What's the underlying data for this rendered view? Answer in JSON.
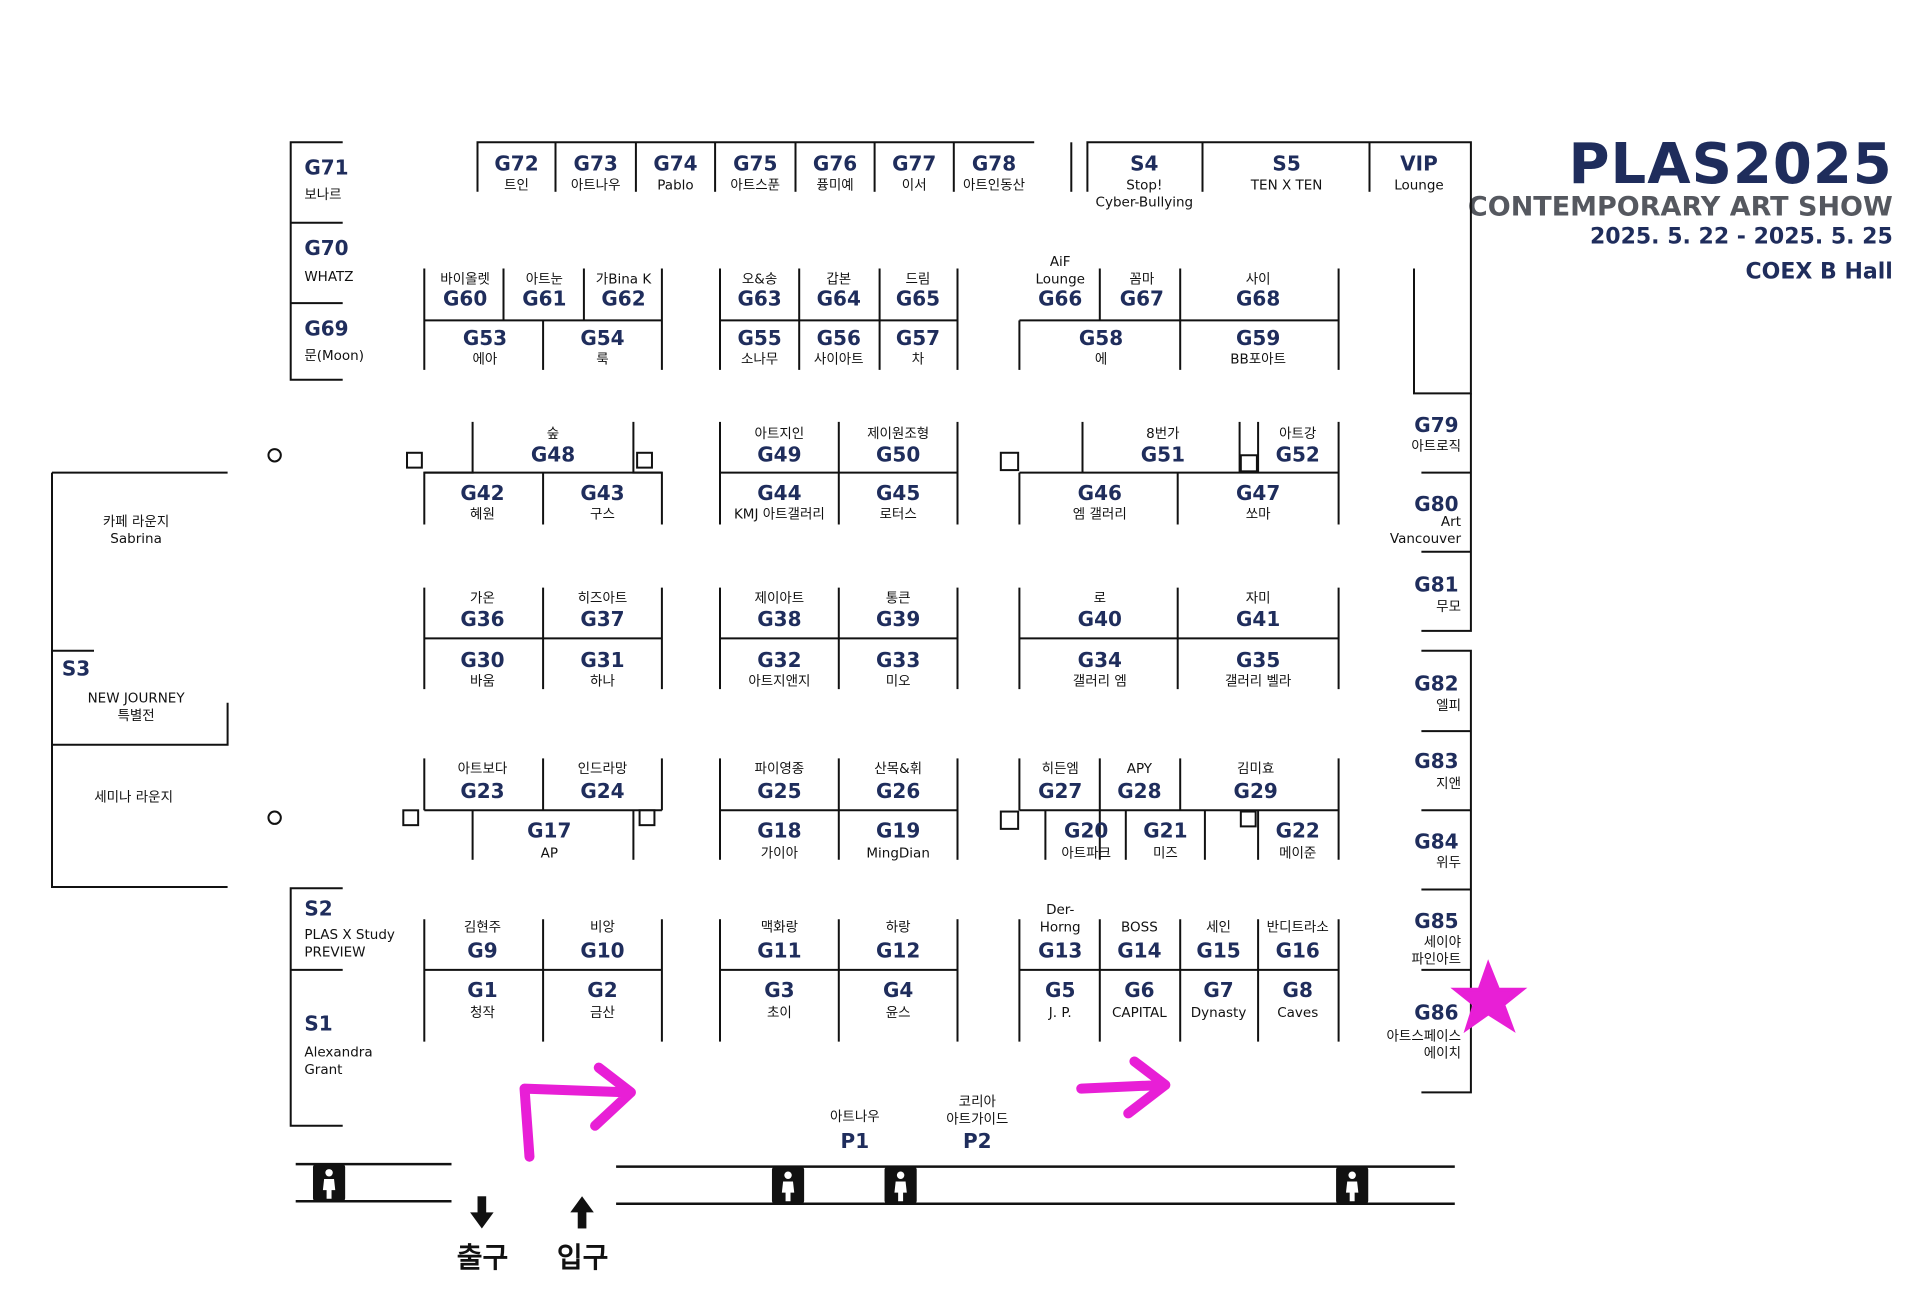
{
  "header": {
    "logo": "PLAS2025",
    "subtitle": "CONTEMPORARY ART SHOW",
    "dates": "2025. 5. 22 - 2025. 5. 25",
    "venue": "COEX B Hall"
  },
  "colors": {
    "navy": "#1f2d5c",
    "ink": "#111111",
    "marker": "#e81fd6",
    "subtitle": "#55585f"
  },
  "left_rooms": {
    "cafe_lounge": [
      "카페 라운지",
      "Sabrina"
    ],
    "s3": {
      "code": "S3",
      "lines": [
        "NEW JOURNEY",
        "특별전"
      ]
    },
    "seminar": "세미나 라운지"
  },
  "special_left": [
    {
      "code": "G71",
      "name": "보나르"
    },
    {
      "code": "G70",
      "name": "WHATZ"
    },
    {
      "code": "G69",
      "name": "문(Moon)"
    },
    {
      "code": "S2",
      "lines": [
        "PLAS X Study",
        "PREVIEW"
      ]
    },
    {
      "code": "S1",
      "lines": [
        "Alexandra",
        "Grant"
      ]
    }
  ],
  "top_row": [
    {
      "code": "G72",
      "name": "트인"
    },
    {
      "code": "G73",
      "name": "아트나우"
    },
    {
      "code": "G74",
      "name": "Pablo"
    },
    {
      "code": "G75",
      "name": "아트스푼"
    },
    {
      "code": "G76",
      "name": "퓽미예"
    },
    {
      "code": "G77",
      "name": "이서"
    },
    {
      "code": "G78",
      "name": "아트인동산"
    },
    {
      "code": "S4",
      "lines": [
        "Stop!",
        "Cyber-Bullying"
      ]
    },
    {
      "code": "S5",
      "name": "TEN X TEN"
    },
    {
      "code": "VIP",
      "name": "Lounge"
    }
  ],
  "right_col": [
    {
      "code": "G79",
      "lines": [
        "아트로직"
      ]
    },
    {
      "code": "G80",
      "lines": [
        "Art",
        "Vancouver"
      ]
    },
    {
      "code": "G81",
      "lines": [
        "무모"
      ]
    },
    {
      "code": "G82",
      "lines": [
        "엘피"
      ]
    },
    {
      "code": "G83",
      "lines": [
        "지앤"
      ]
    },
    {
      "code": "G84",
      "lines": [
        "위두"
      ]
    },
    {
      "code": "G85",
      "lines": [
        "세이야",
        "파인아트"
      ]
    },
    {
      "code": "G86",
      "lines": [
        "아트스페이스",
        "에이치"
      ]
    }
  ],
  "booths": [
    {
      "code": "G60",
      "name": "바이올렛"
    },
    {
      "code": "G61",
      "name": "아트눈"
    },
    {
      "code": "G62",
      "name": "가Bina K"
    },
    {
      "code": "G53",
      "name": "에아"
    },
    {
      "code": "G54",
      "name": "룩"
    },
    {
      "code": "G63",
      "name": "오&송"
    },
    {
      "code": "G64",
      "name": "갑본"
    },
    {
      "code": "G65",
      "name": "드림"
    },
    {
      "code": "G55",
      "name": "소나무"
    },
    {
      "code": "G56",
      "name": "사이아트"
    },
    {
      "code": "G57",
      "name": "차"
    },
    {
      "code": "G66",
      "lines": [
        "AiF",
        "Lounge"
      ]
    },
    {
      "code": "G67",
      "name": "꼼마"
    },
    {
      "code": "G68",
      "name": "사이"
    },
    {
      "code": "G58",
      "name": "에"
    },
    {
      "code": "G59",
      "name": "BB포아트"
    },
    {
      "code": "G48",
      "name": "숲"
    },
    {
      "code": "G42",
      "name": "혜원"
    },
    {
      "code": "G43",
      "name": "구스"
    },
    {
      "code": "G49",
      "name": "아트지인"
    },
    {
      "code": "G50",
      "name": "제이원조형"
    },
    {
      "code": "G44",
      "name": "KMJ 아트갤러리"
    },
    {
      "code": "G45",
      "name": "로터스"
    },
    {
      "code": "G51",
      "name": "8번가"
    },
    {
      "code": "G52",
      "name": "아트강"
    },
    {
      "code": "G46",
      "name": "엠 갤러리"
    },
    {
      "code": "G47",
      "name": "쏘마"
    },
    {
      "code": "G36",
      "name": "가온"
    },
    {
      "code": "G37",
      "name": "히즈아트"
    },
    {
      "code": "G30",
      "name": "바움"
    },
    {
      "code": "G31",
      "name": "하나"
    },
    {
      "code": "G38",
      "name": "제이아트"
    },
    {
      "code": "G39",
      "name": "통큰"
    },
    {
      "code": "G32",
      "name": "아트지앤지"
    },
    {
      "code": "G33",
      "name": "미오"
    },
    {
      "code": "G40",
      "name": "로"
    },
    {
      "code": "G41",
      "name": "자미"
    },
    {
      "code": "G34",
      "name": "갤러리 엠"
    },
    {
      "code": "G35",
      "name": "갤러리 벨라"
    },
    {
      "code": "G23",
      "name": "아트보다"
    },
    {
      "code": "G24",
      "name": "인드라망"
    },
    {
      "code": "G17",
      "name": "AP"
    },
    {
      "code": "G25",
      "name": "파이영종"
    },
    {
      "code": "G26",
      "name": "산목&휘"
    },
    {
      "code": "G18",
      "name": "가이아"
    },
    {
      "code": "G19",
      "name": "MingDian"
    },
    {
      "code": "G27",
      "name": "히든엠"
    },
    {
      "code": "G28",
      "name": "APY"
    },
    {
      "code": "G29",
      "name": "김미효"
    },
    {
      "code": "G20",
      "name": "아트파크"
    },
    {
      "code": "G21",
      "name": "미즈"
    },
    {
      "code": "G22",
      "name": "메이준"
    },
    {
      "code": "G9",
      "name": "김현주"
    },
    {
      "code": "G10",
      "name": "비앙"
    },
    {
      "code": "G1",
      "name": "청작"
    },
    {
      "code": "G2",
      "name": "금산"
    },
    {
      "code": "G11",
      "name": "맥화랑"
    },
    {
      "code": "G12",
      "name": "하랑"
    },
    {
      "code": "G3",
      "name": "초이"
    },
    {
      "code": "G4",
      "name": "윤스"
    },
    {
      "code": "G13",
      "lines": [
        "Der-",
        "Horng"
      ]
    },
    {
      "code": "G14",
      "name": "BOSS"
    },
    {
      "code": "G15",
      "name": "세인"
    },
    {
      "code": "G16",
      "name": "반디트라소"
    },
    {
      "code": "G5",
      "name": "J. P."
    },
    {
      "code": "G6",
      "name": "CAPITAL"
    },
    {
      "code": "G7",
      "name": "Dynasty"
    },
    {
      "code": "G8",
      "name": "Caves"
    }
  ],
  "posts": [
    {
      "code": "P1",
      "name": "아트나우"
    },
    {
      "code": "P2",
      "lines": [
        "코리아",
        "아트가이드"
      ]
    }
  ],
  "exits": {
    "exit": "출구",
    "entrance": "입구"
  },
  "icons": [
    "restroom-icon",
    "exit-arrow-icon",
    "entrance-arrow-icon",
    "pink-arrow",
    "pink-star",
    "pillar-circle",
    "column-square"
  ]
}
